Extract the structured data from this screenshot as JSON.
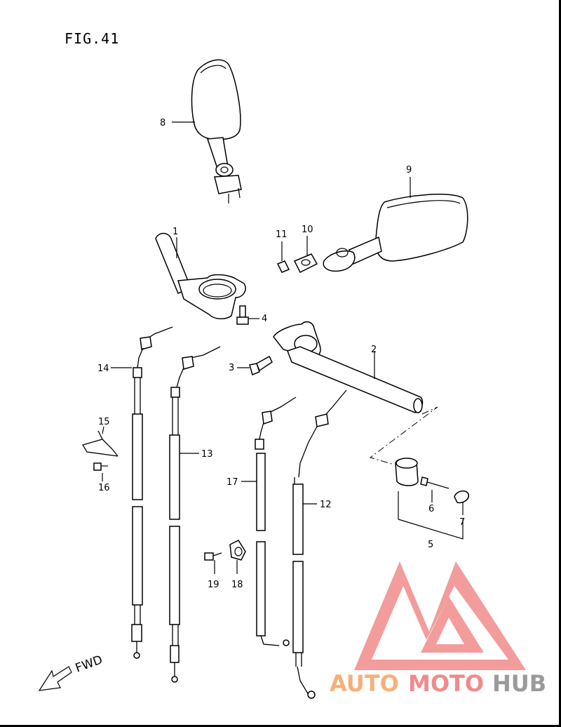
{
  "figure_title": "FIG.41",
  "fwd_label": "FWD",
  "callouts": {
    "p1": "1",
    "p2": "2",
    "p3": "3",
    "p4": "4",
    "p5": "5",
    "p6": "6",
    "p7": "7",
    "p8": "8",
    "p9": "9",
    "p10": "10",
    "p11": "11",
    "p12": "12",
    "p13": "13",
    "p14": "14",
    "p15": "15",
    "p16": "16",
    "p17": "17",
    "p18": "18",
    "p19": "19"
  },
  "watermark": {
    "word_auto": "AUTO",
    "word_moto": "MOTO",
    "word_hub": "HUB",
    "colors": {
      "auto": "#f5b07a",
      "moto": "#f08a8a",
      "hub": "#9a9a9a",
      "logo": "#f28b8b"
    }
  }
}
